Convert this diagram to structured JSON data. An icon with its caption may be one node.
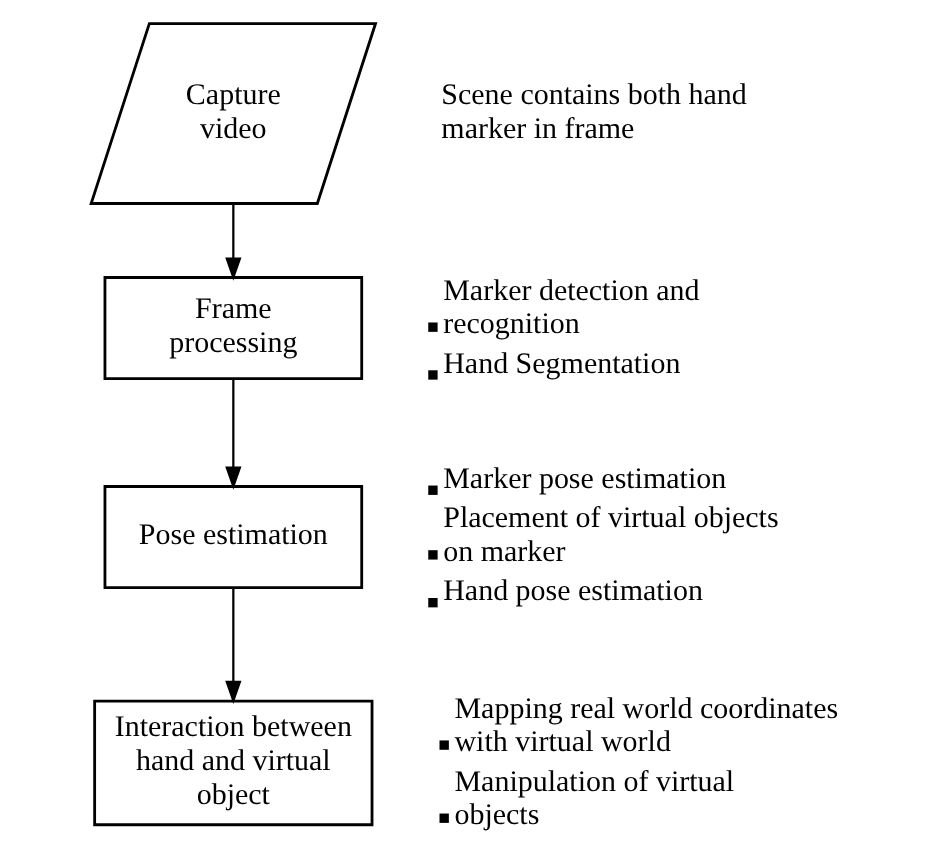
{
  "diagram": {
    "nodes": [
      {
        "text": [
          "Capture video"
        ],
        "beside": [
          "Scene contains both hand marker in frame"
        ]
      },
      {
        "text": [
          "Frame processing"
        ],
        "beside": [
          "Marker detection and recognition",
          "Hand Segmentation"
        ]
      },
      {
        "text": [
          "Pose estimation"
        ],
        "beside": [
          "Marker pose estimation",
          "Placement of virtual objects on marker",
          "Hand pose estimation"
        ]
      },
      {
        "text": [
          "Interaction between hand and virtual object"
        ],
        "beside": [
          "Mapping real world coordinates with virtual world",
          "Manipulation of virtual objects"
        ]
      }
    ],
    "edges": [
      {
        "from": 0,
        "to": 1,
        "arrow": "to"
      },
      {
        "from": 1,
        "to": 2,
        "arrow": "to"
      },
      {
        "from": 2,
        "to": 3,
        "arrow": "to"
      }
    ]
  }
}
